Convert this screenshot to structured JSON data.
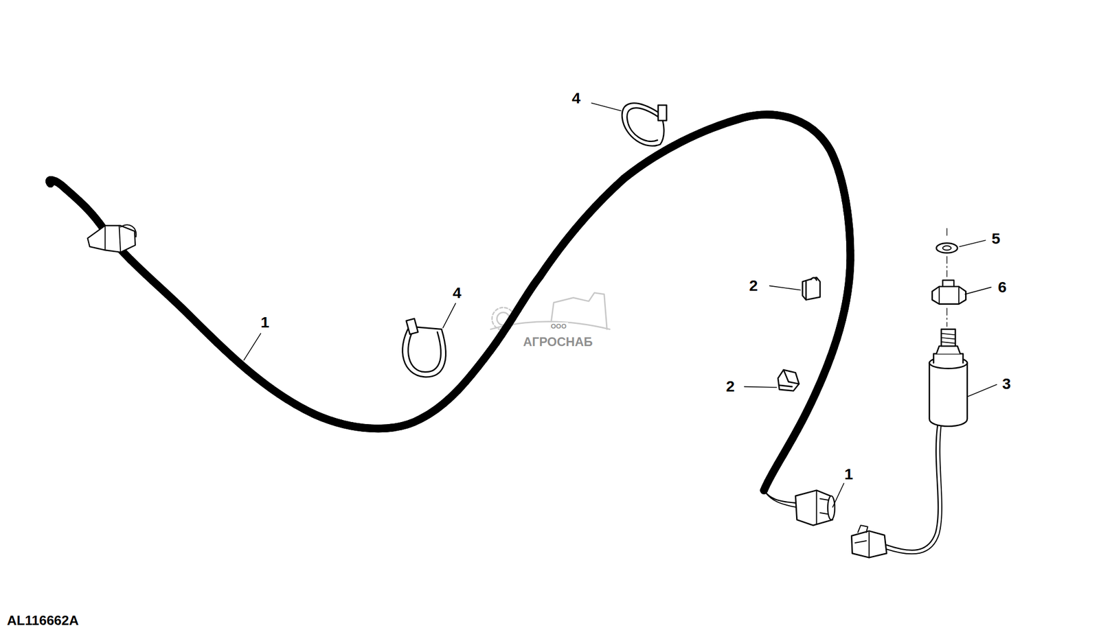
{
  "diagram": {
    "labels": [
      "4",
      "1",
      "4",
      "2",
      "2",
      "5",
      "6",
      "3",
      "1",
      "AL116662A",
      "ООО",
      "АГРОСНАБ"
    ]
  }
}
